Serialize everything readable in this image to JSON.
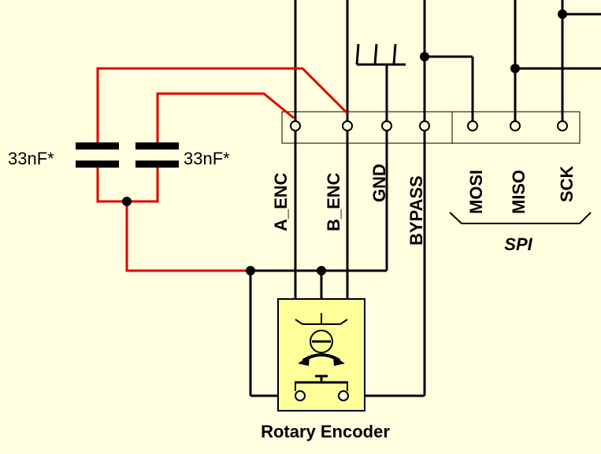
{
  "colors": {
    "background": "#ffffe0",
    "wire": "#000000",
    "capacitor_wire": "#e00000",
    "encoder_body": "#ffff99"
  },
  "capacitors": [
    {
      "label": "33nF*"
    },
    {
      "label": "33nF*"
    }
  ],
  "connector_pins": [
    {
      "label": "A_ENC"
    },
    {
      "label": "B_ENC"
    },
    {
      "label": "GND"
    },
    {
      "label": "BYPASS"
    },
    {
      "label": "MOSI"
    },
    {
      "label": "MISO"
    },
    {
      "label": "SCK"
    }
  ],
  "spi_group_label": "SPI",
  "encoder": {
    "label": "Rotary Encoder"
  }
}
